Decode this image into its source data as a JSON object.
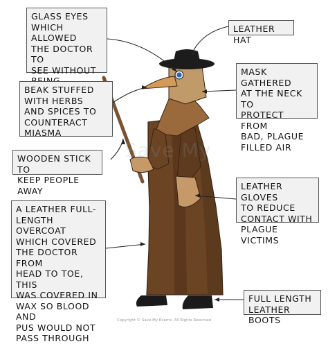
{
  "labels": {
    "glass_eyes": "GLASS EYES\nWHICH ALLOWED\nTHE DOCTOR TO\nSEE WITHOUT\nBEING EXPOSED\nTO THE AIR",
    "leather_hat": "LEATHER HAT",
    "beak": "BEAK STUFFED\nWITH HERBS\nAND SPICES TO\nCOUNTERACT\nMIASMA",
    "mask": "MASK GATHERED\nAT THE NECK TO\nPROTECT FROM\nBAD, PLAGUE\nFILLED AIR",
    "stick": "WOODEN STICK TO\nKEEP PEOPLE AWAY",
    "gloves": "LEATHER GLOVES\nTO REDUCE\nCONTACT WITH\nPLAGUE VICTIMS",
    "overcoat": "A LEATHER FULL-\nLENGTH OVERCOAT\nWHICH COVERED\nTHE DOCTOR FROM\nHEAD TO TOE, THIS\nWAS COVERED IN\nWAX SO BLOOD AND\nPUS WOULD NOT\nPASS THROUGH",
    "boots": "FULL LENGTH\nLEATHER BOOTS"
  },
  "watermark": "Save My",
  "copyright": "Copyright © Save My Exams. All Rights Reserved",
  "colors": {
    "box_fill": "#f1f1f1",
    "box_border": "#555555",
    "coat": "#6b4424",
    "coat_shadow": "#4e2f18",
    "cape": "#9a6a3c",
    "hood": "#c09a68",
    "glove": "#c69a68",
    "beak": "#d39a5a",
    "hat": "#1c1c1c",
    "boot": "#1a1a1a",
    "eye": "#2b5fb0",
    "stick": "#7a5230"
  }
}
